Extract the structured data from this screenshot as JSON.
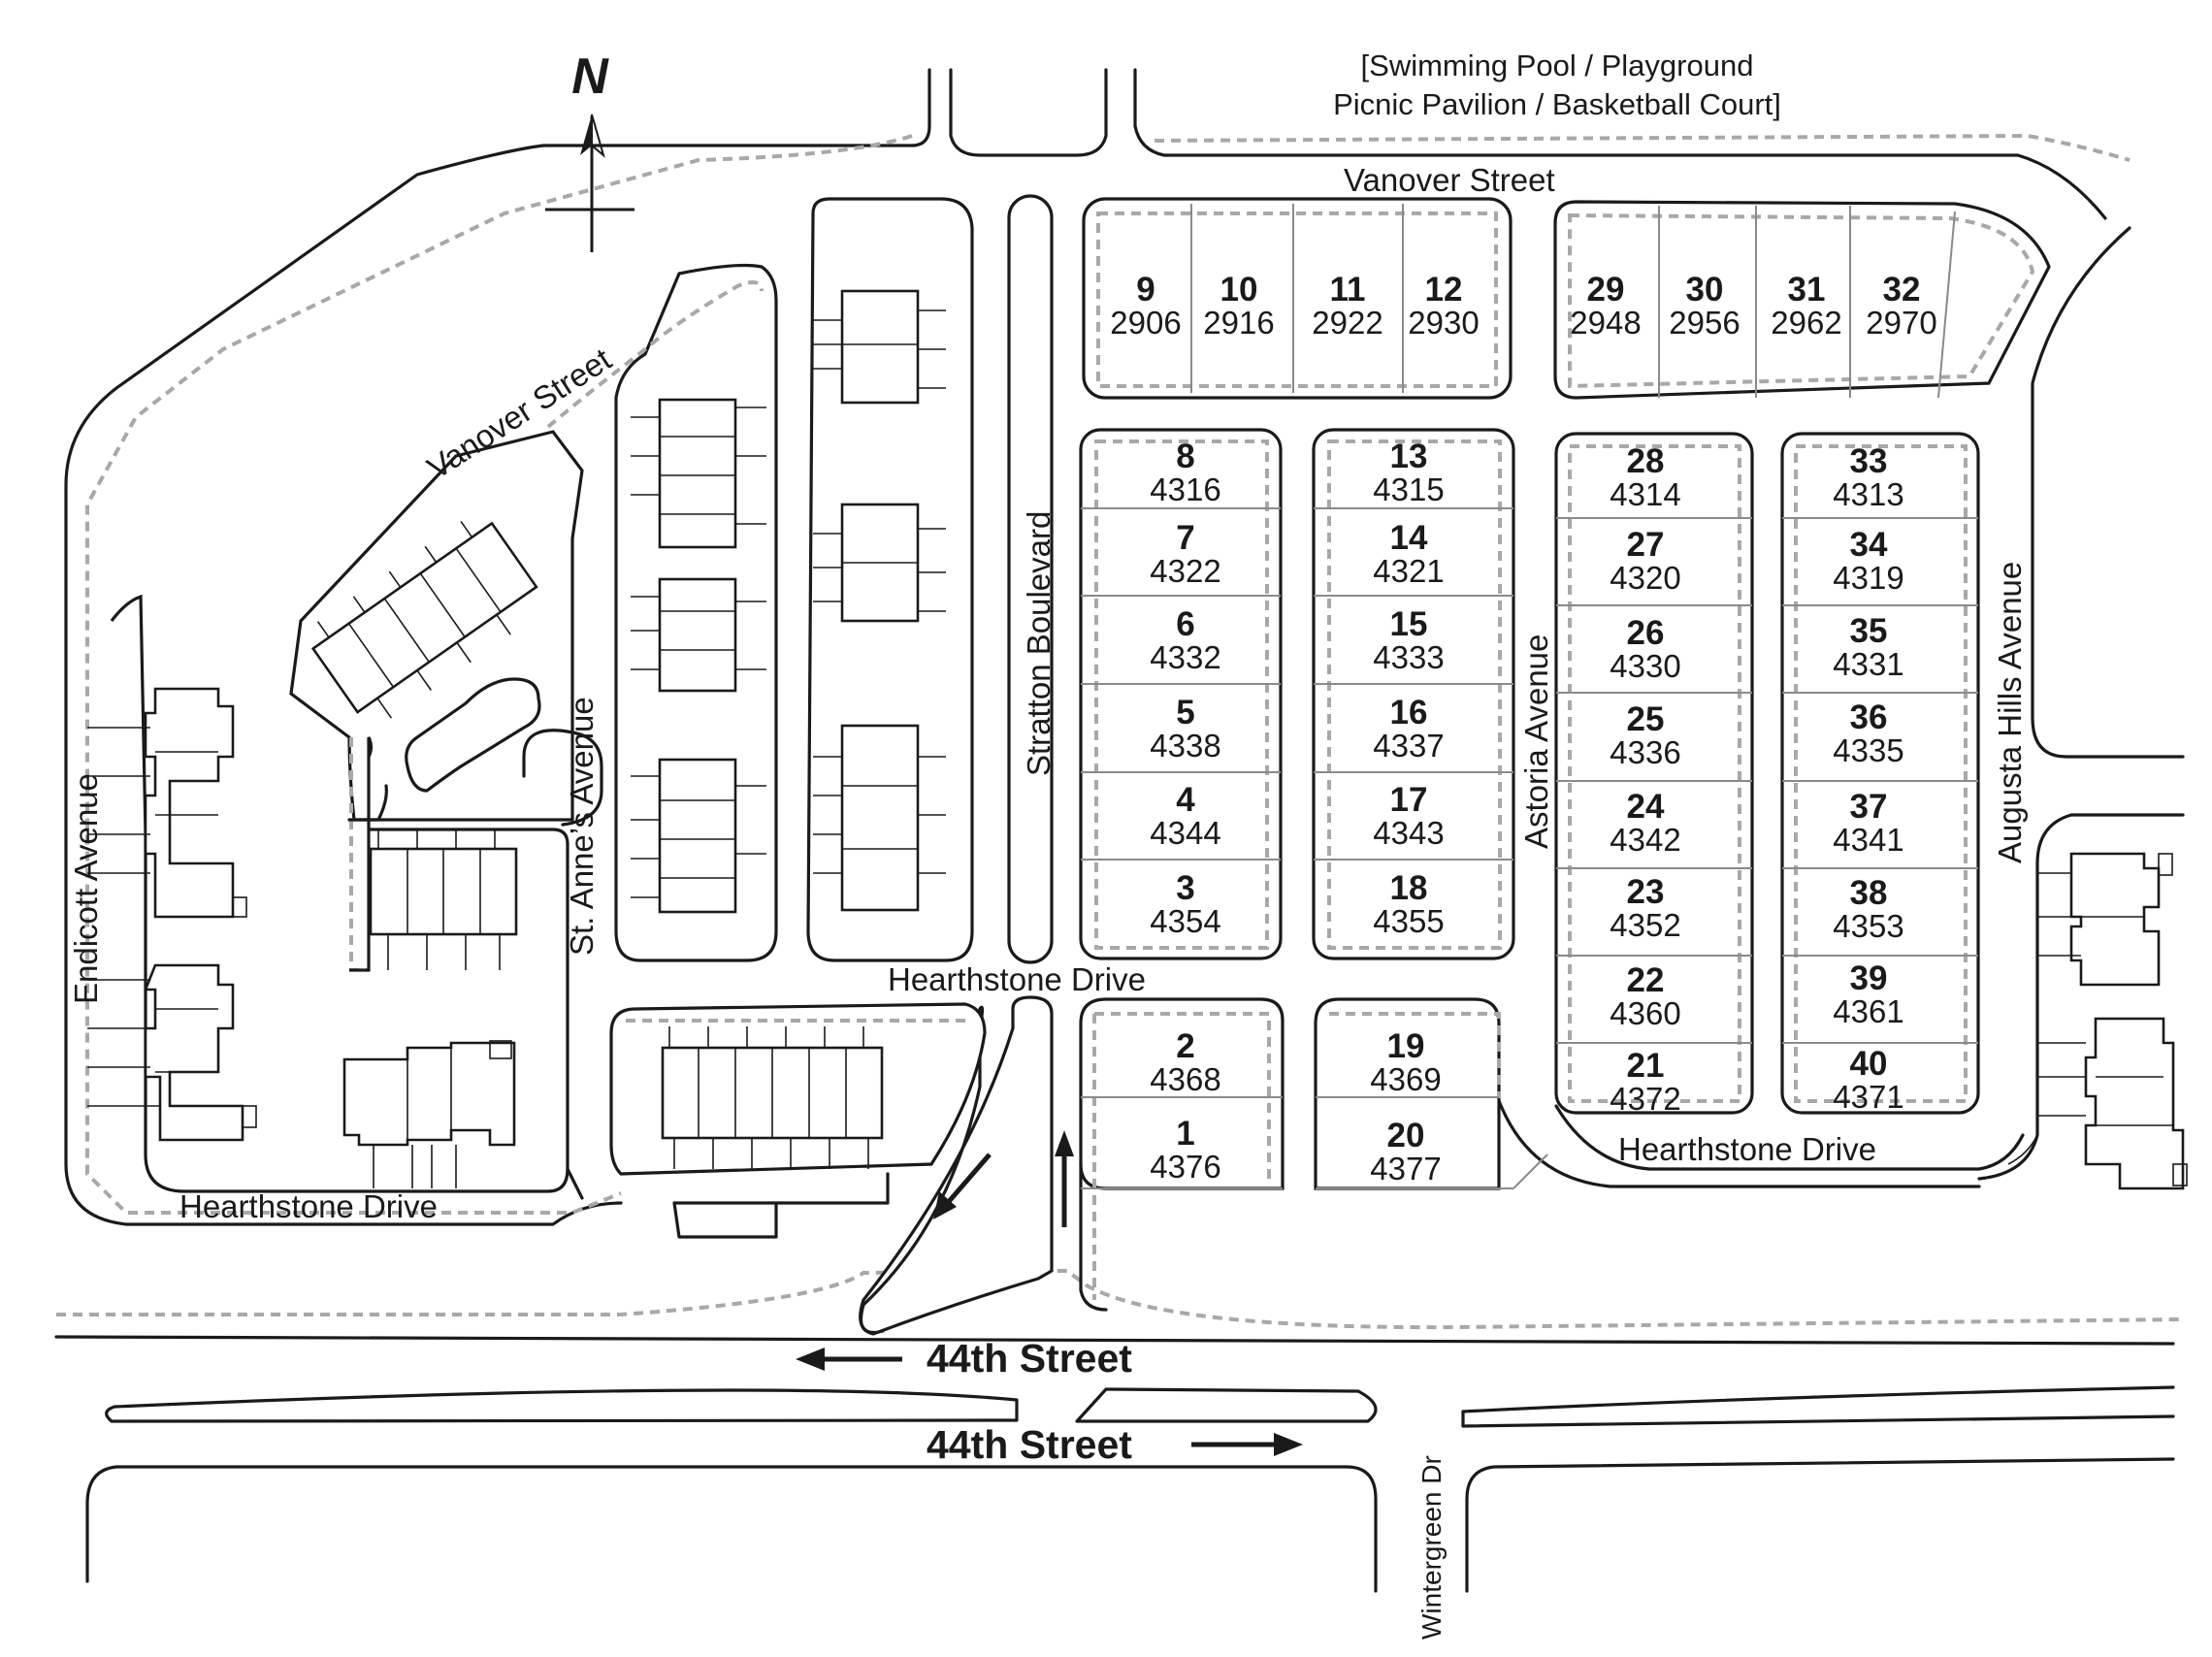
{
  "amenities": {
    "line1": "[Swimming Pool / Playground",
    "line2": "Picnic Pavilion / Basketball Court]"
  },
  "compass": {
    "label": "N"
  },
  "streets": {
    "vanover_north": "Vanover Street",
    "vanover_diag": "Vanover Street",
    "endicott": "Endicott Avenue",
    "st_annes": "St. Anne’s Avenue",
    "stratton": "Stratton Boulevard",
    "astoria": "Astoria Avenue",
    "augusta": "Augusta Hills Avenue",
    "hearthstone_center": "Hearthstone Drive",
    "hearthstone_west": "Hearthstone Drive",
    "hearthstone_east": "Hearthstone Drive",
    "forty_fourth_west": "44th Street",
    "forty_fourth_east": "44th Street",
    "wintergreen": "Wintergreen Dr"
  },
  "lots": [
    {
      "num": "9",
      "addr": "2906"
    },
    {
      "num": "10",
      "addr": "2916"
    },
    {
      "num": "11",
      "addr": "2922"
    },
    {
      "num": "12",
      "addr": "2930"
    },
    {
      "num": "29",
      "addr": "2948"
    },
    {
      "num": "30",
      "addr": "2956"
    },
    {
      "num": "31",
      "addr": "2962"
    },
    {
      "num": "32",
      "addr": "2970"
    },
    {
      "num": "8",
      "addr": "4316"
    },
    {
      "num": "7",
      "addr": "4322"
    },
    {
      "num": "6",
      "addr": "4332"
    },
    {
      "num": "5",
      "addr": "4338"
    },
    {
      "num": "4",
      "addr": "4344"
    },
    {
      "num": "3",
      "addr": "4354"
    },
    {
      "num": "13",
      "addr": "4315"
    },
    {
      "num": "14",
      "addr": "4321"
    },
    {
      "num": "15",
      "addr": "4333"
    },
    {
      "num": "16",
      "addr": "4337"
    },
    {
      "num": "17",
      "addr": "4343"
    },
    {
      "num": "18",
      "addr": "4355"
    },
    {
      "num": "28",
      "addr": "4314"
    },
    {
      "num": "27",
      "addr": "4320"
    },
    {
      "num": "26",
      "addr": "4330"
    },
    {
      "num": "25",
      "addr": "4336"
    },
    {
      "num": "24",
      "addr": "4342"
    },
    {
      "num": "23",
      "addr": "4352"
    },
    {
      "num": "22",
      "addr": "4360"
    },
    {
      "num": "21",
      "addr": "4372"
    },
    {
      "num": "33",
      "addr": "4313"
    },
    {
      "num": "34",
      "addr": "4319"
    },
    {
      "num": "35",
      "addr": "4331"
    },
    {
      "num": "36",
      "addr": "4335"
    },
    {
      "num": "37",
      "addr": "4341"
    },
    {
      "num": "38",
      "addr": "4353"
    },
    {
      "num": "39",
      "addr": "4361"
    },
    {
      "num": "40",
      "addr": "4371"
    },
    {
      "num": "2",
      "addr": "4368"
    },
    {
      "num": "1",
      "addr": "4376"
    },
    {
      "num": "19",
      "addr": "4369"
    },
    {
      "num": "20",
      "addr": "4377"
    }
  ]
}
